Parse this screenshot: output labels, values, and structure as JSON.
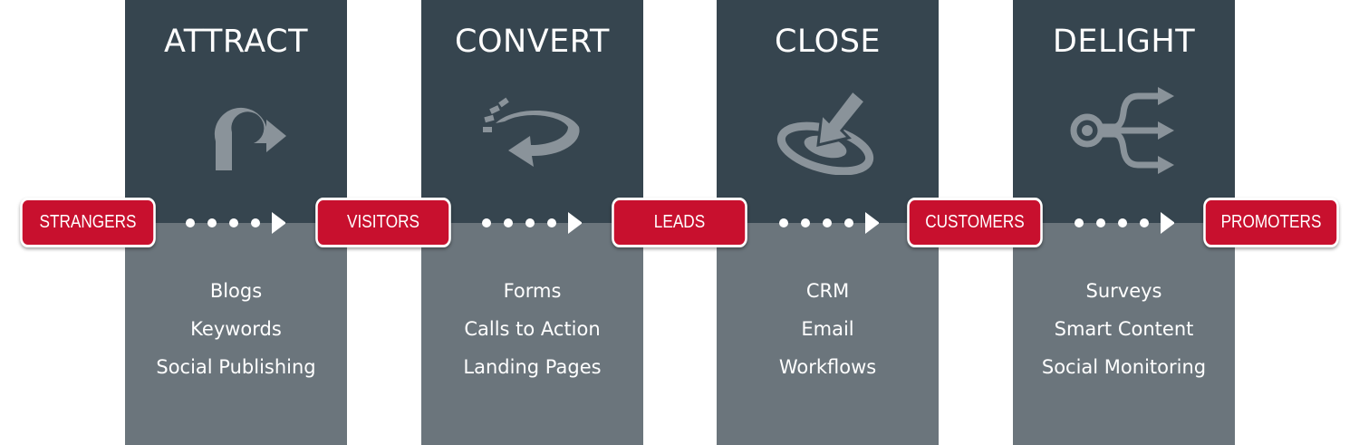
{
  "columns": [
    {
      "title": "ATTRACT",
      "icon": "u-turn-arrow-icon",
      "items": [
        "Blogs",
        "Keywords",
        "Social Publishing"
      ]
    },
    {
      "title": "CONVERT",
      "icon": "circular-arrow-icon",
      "items": [
        "Forms",
        "Calls to Action",
        "Landing Pages"
      ]
    },
    {
      "title": "CLOSE",
      "icon": "target-arrow-icon",
      "items": [
        "CRM",
        "Email",
        "Workflows"
      ]
    },
    {
      "title": "DELIGHT",
      "icon": "branching-arrows-icon",
      "items": [
        "Surveys",
        "Smart Content",
        "Social Monitoring"
      ]
    }
  ],
  "stages": [
    "STRANGERS",
    "VISITORS",
    "LEADS",
    "CUSTOMERS",
    "PROMOTERS"
  ],
  "colors": {
    "column_top": "#36454f",
    "column_bottom": "#6b757c",
    "stage_pill": "#c8102e",
    "icon": "#8a939a",
    "text": "#ffffff"
  }
}
